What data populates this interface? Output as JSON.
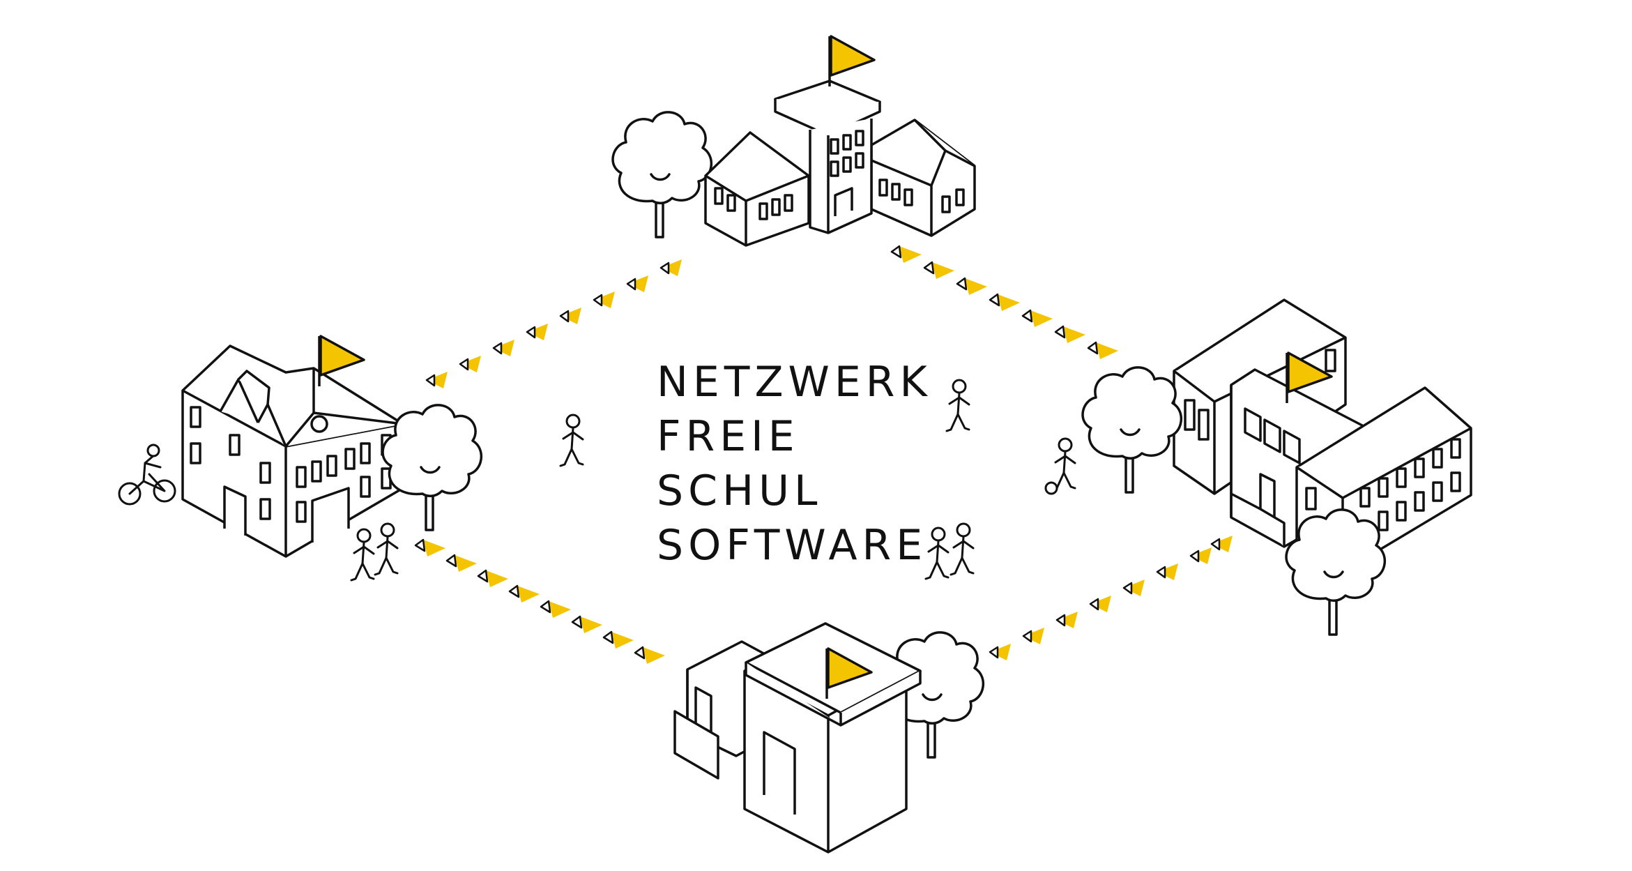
{
  "title": {
    "lines": [
      "NETZWERK",
      "FREIE",
      "SCHUL",
      "SOFTWARE"
    ]
  },
  "colors": {
    "accent": "#F5C400",
    "ink": "#111111",
    "background": "#FFFFFF"
  },
  "icons": [
    "school-building-icon",
    "tree-icon",
    "flag-icon",
    "cyclist-icon",
    "walking-child-icon",
    "football-player-icon",
    "arrow-icon"
  ]
}
